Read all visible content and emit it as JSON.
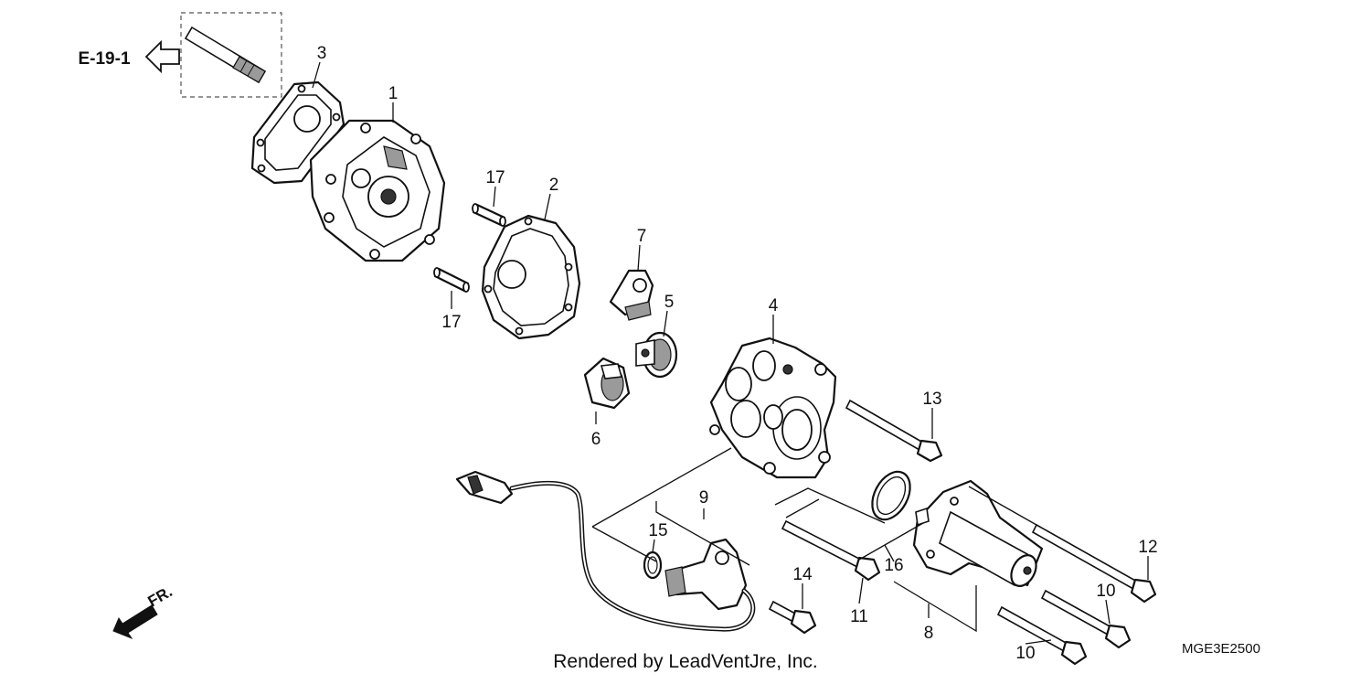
{
  "reference": {
    "label": "E-19-1",
    "arrow_icon": "left-arrow-icon"
  },
  "callouts": [
    {
      "id": "c1",
      "text": "1"
    },
    {
      "id": "c2",
      "text": "2"
    },
    {
      "id": "c3",
      "text": "3"
    },
    {
      "id": "c4",
      "text": "4"
    },
    {
      "id": "c5",
      "text": "5"
    },
    {
      "id": "c6",
      "text": "6"
    },
    {
      "id": "c7",
      "text": "7"
    },
    {
      "id": "c8",
      "text": "8"
    },
    {
      "id": "c9",
      "text": "9"
    },
    {
      "id": "c10a",
      "text": "10"
    },
    {
      "id": "c10b",
      "text": "10"
    },
    {
      "id": "c11",
      "text": "11"
    },
    {
      "id": "c12",
      "text": "12"
    },
    {
      "id": "c13",
      "text": "13"
    },
    {
      "id": "c14",
      "text": "14"
    },
    {
      "id": "c15",
      "text": "15"
    },
    {
      "id": "c16",
      "text": "16"
    },
    {
      "id": "c17a",
      "text": "17"
    },
    {
      "id": "c17b",
      "text": "17"
    }
  ],
  "front_indicator": {
    "label": "FR.",
    "icon": "front-arrow-icon"
  },
  "diagram_code": "MGE3E2500",
  "credit": "Rendered by LeadVentJre, Inc."
}
